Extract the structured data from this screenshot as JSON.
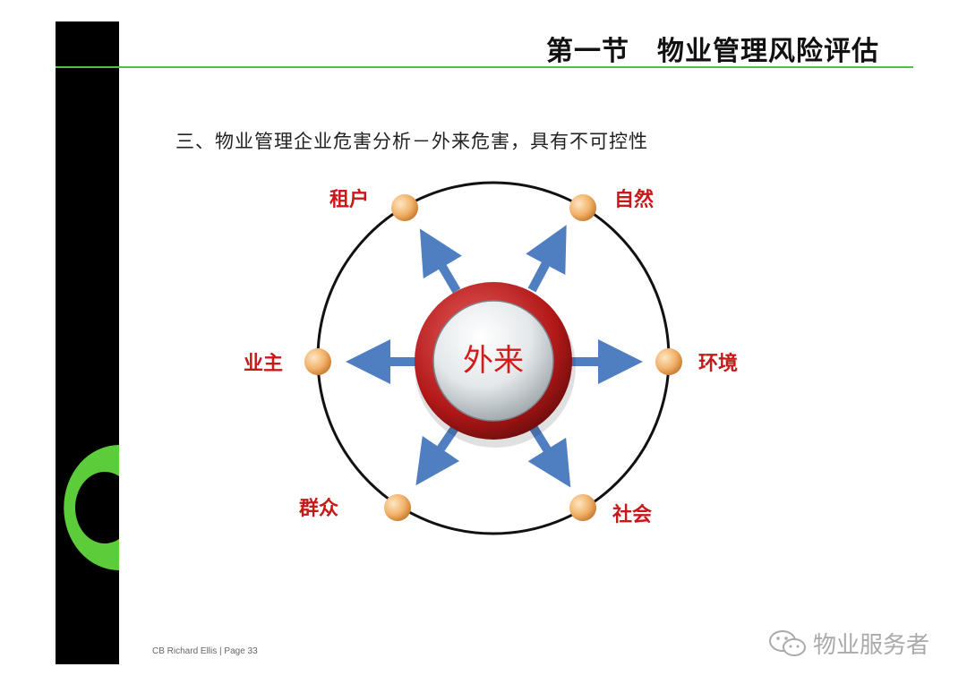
{
  "slide": {
    "title": "第一节　物业管理风险评估",
    "subtitle": "三、物业管理企业危害分析－外来危害，具有不可控性",
    "footer": "CB Richard Ellis | Page 33",
    "watermark": "物业服务者"
  },
  "diagram": {
    "center": "外来",
    "nodes": [
      "租户",
      "自然",
      "业主",
      "环境",
      "群众",
      "社会"
    ]
  },
  "colors": {
    "accent_green": "#5ccc3a",
    "label_red": "#c8191a",
    "arrow_blue": "#4f7fc0",
    "node_orange": "#f2b26a"
  }
}
